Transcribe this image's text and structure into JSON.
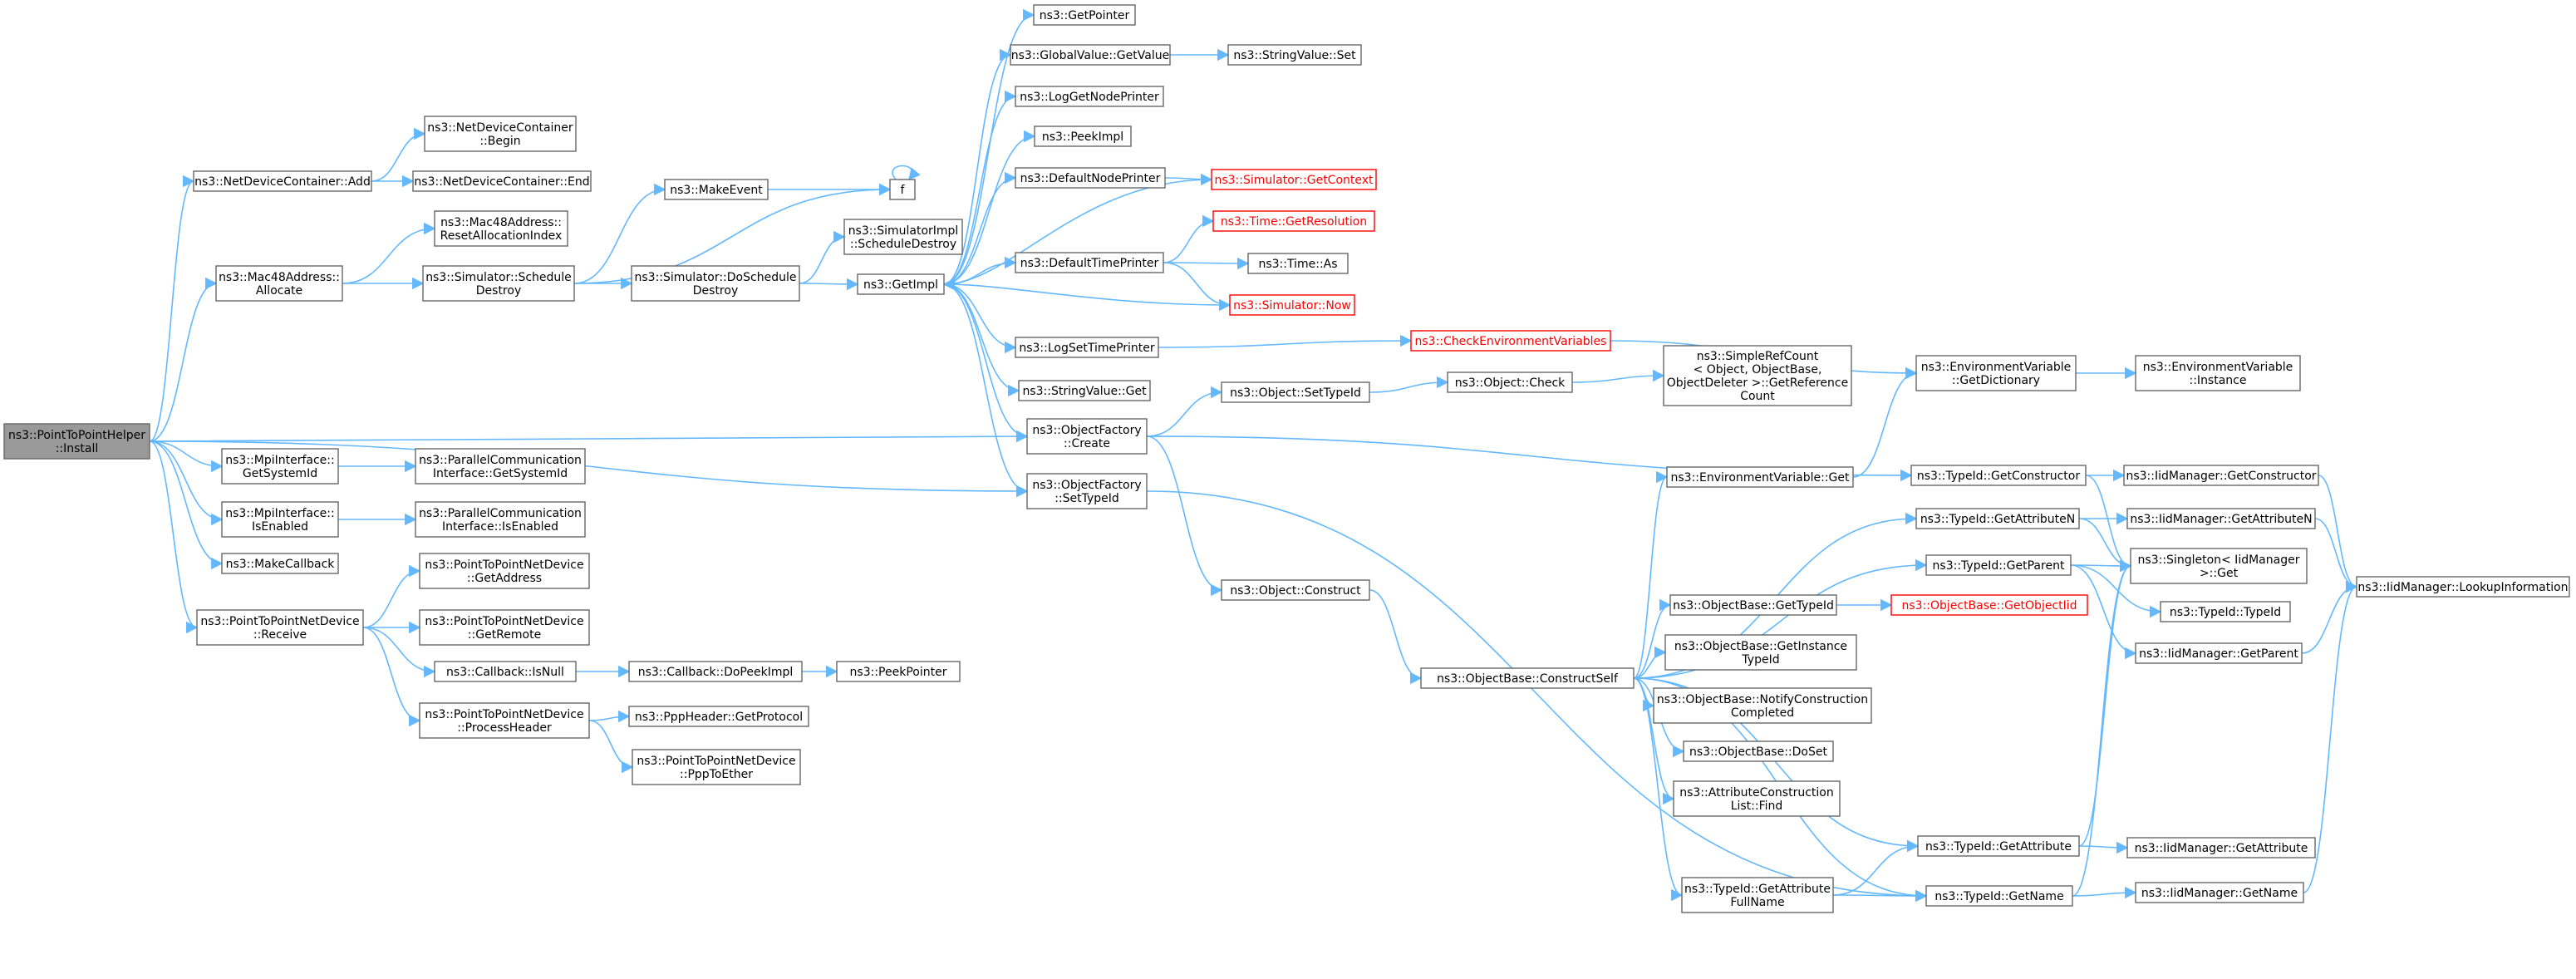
{
  "colors": {
    "edge": "#63b8ff",
    "node_border": "#666666",
    "root_fill": "#999999",
    "warn": "#ff0000"
  },
  "nodes": {
    "install": "ns3::PointToPointHelper\n::Install",
    "ndc_add": "ns3::NetDeviceContainer::Add",
    "ndc_begin": "ns3::NetDeviceContainer\n::Begin",
    "ndc_end": "ns3::NetDeviceContainer::End",
    "mac_reset": "ns3::Mac48Address::\nResetAllocationIndex",
    "mac_alloc": "ns3::Mac48Address::\nAllocate",
    "sim_schedule": "ns3::Simulator::Schedule\nDestroy",
    "make_event": "ns3::MakeEvent",
    "f": "f",
    "sim_do": "ns3::Simulator::DoSchedule\nDestroy",
    "simimpl_sched": "ns3::SimulatorImpl\n::ScheduleDestroy",
    "getimpl": "ns3::GetImpl",
    "getpointer": "ns3::GetPointer",
    "gv_getvalue": "ns3::GlobalValue::GetValue",
    "sv_set": "ns3::StringValue::Set",
    "lognodeprinter": "ns3::LogGetNodePrinter",
    "peekimpl": "ns3::PeekImpl",
    "defnodeprinter": "ns3::DefaultNodePrinter",
    "sim_getcontext": "ns3::Simulator::GetContext",
    "time_getres": "ns3::Time::GetResolution",
    "deftimeprinter": "ns3::DefaultTimePrinter",
    "time_as": "ns3::Time::As",
    "sim_now": "ns3::Simulator::Now",
    "logsettimeprinter": "ns3::LogSetTimePrinter",
    "checkenv": "ns3::CheckEnvironmentVariables",
    "ev_getdict": "ns3::EnvironmentVariable\n::GetDictionary",
    "ev_instance": "ns3::EnvironmentVariable\n::Instance",
    "sv_get": "ns3::StringValue::Get",
    "obj_settypeid": "ns3::Object::SetTypeId",
    "obj_check": "ns3::Object::Check",
    "srefcount": "ns3::SimpleRefCount\n< Object, ObjectBase,\nObjectDeleter >::GetReference\nCount",
    "of_create": "ns3::ObjectFactory\n::Create",
    "of_settypeid": "ns3::ObjectFactory\n::SetTypeId",
    "mpi_getsys": "ns3::MpiInterface::\nGetSystemId",
    "pci_getsys": "ns3::ParallelCommunication\nInterface::GetSystemId",
    "mpi_isen": "ns3::MpiInterface::\nIsEnabled",
    "pci_isen": "ns3::ParallelCommunication\nInterface::IsEnabled",
    "makecallback": "ns3::MakeCallback",
    "p2p_receive": "ns3::PointToPointNetDevice\n::Receive",
    "p2p_getaddr": "ns3::PointToPointNetDevice\n::GetAddress",
    "p2p_getremote": "ns3::PointToPointNetDevice\n::GetRemote",
    "cb_isnull": "ns3::Callback::IsNull",
    "cb_dopeek": "ns3::Callback::DoPeekImpl",
    "peekpointer": "ns3::PeekPointer",
    "p2p_processheader": "ns3::PointToPointNetDevice\n::ProcessHeader",
    "ppp_getproto": "ns3::PppHeader::GetProtocol",
    "p2p_ppptoether": "ns3::PointToPointNetDevice\n::PppToEther",
    "obj_construct": "ns3::Object::Construct",
    "ob_constructself": "ns3::ObjectBase::ConstructSelf",
    "ev_get": "ns3::EnvironmentVariable::Get",
    "ob_gettypeid": "ns3::ObjectBase::GetTypeId",
    "ob_getobjectiid": "ns3::ObjectBase::GetObjectIid",
    "ob_getinst": "ns3::ObjectBase::GetInstance\nTypeId",
    "ob_notify": "ns3::ObjectBase::NotifyConstruction\nCompleted",
    "ob_doset": "ns3::ObjectBase::DoSet",
    "acl_find": "ns3::AttributeConstruction\nList::Find",
    "tid_getattrfull": "ns3::TypeId::GetAttribute\nFullName",
    "tid_getconstructor": "ns3::TypeId::GetConstructor",
    "tid_getattrn": "ns3::TypeId::GetAttributeN",
    "tid_getparent": "ns3::TypeId::GetParent",
    "tid_getattr": "ns3::TypeId::GetAttribute",
    "tid_getname": "ns3::TypeId::GetName",
    "iid_getconstructor": "ns3::IidManager::GetConstructor",
    "iid_getattrn": "ns3::IidManager::GetAttributeN",
    "singleton_get": "ns3::Singleton< IidManager\n>::Get",
    "tid_typeid": "ns3::TypeId::TypeId",
    "iid_getparent": "ns3::IidManager::GetParent",
    "iid_lookup": "ns3::IidManager::LookupInformation",
    "iid_getattr": "ns3::IidManager::GetAttribute",
    "iid_getname": "ns3::IidManager::GetName"
  }
}
